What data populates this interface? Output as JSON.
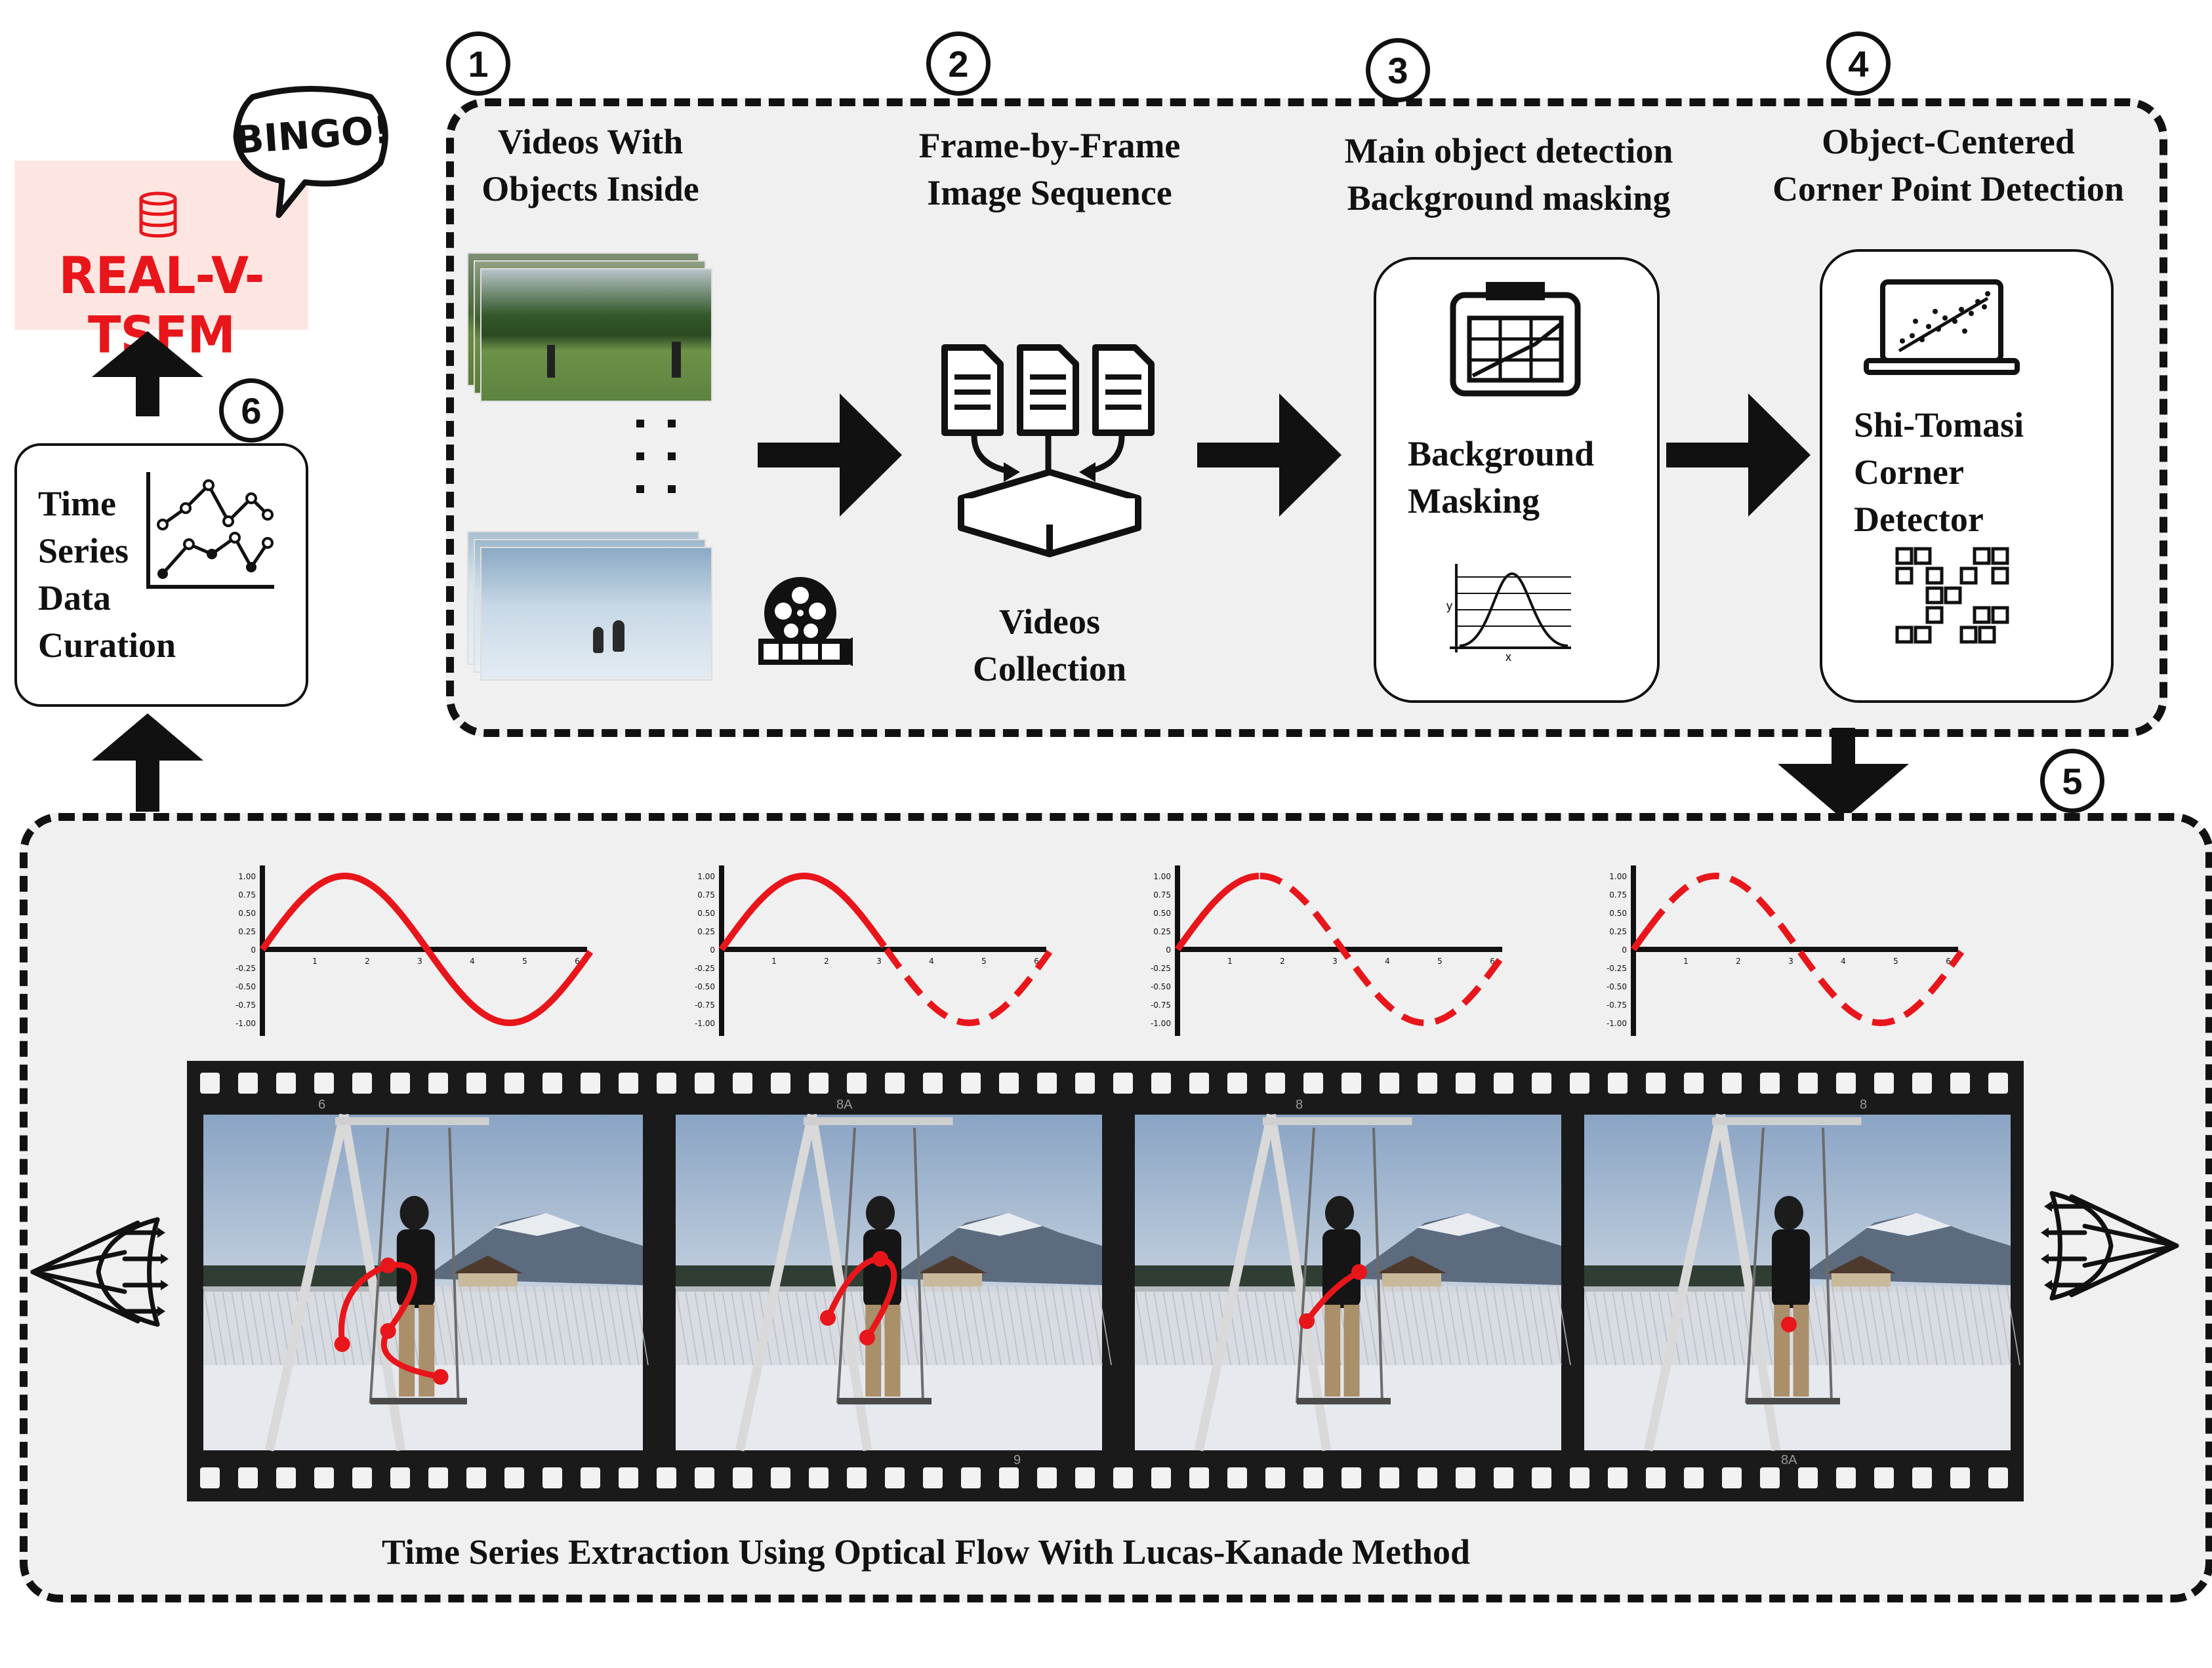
{
  "steps": {
    "s1": {
      "num": "1",
      "title_lines": [
        "Videos With",
        "Objects Inside"
      ]
    },
    "s2": {
      "num": "2",
      "title_lines": [
        "Frame-by-Frame",
        "Image Sequence"
      ],
      "caption_lines": [
        "Videos",
        "Collection"
      ]
    },
    "s3": {
      "num": "3",
      "title_lines": [
        "Main object detection",
        "Background masking"
      ],
      "box_lines": [
        "Background",
        "Masking"
      ]
    },
    "s4": {
      "num": "4",
      "title_lines": [
        "Object-Centered",
        "Corner Point Detection"
      ],
      "box_lines": [
        "Shi-Tomasi",
        "Corner",
        "Detector"
      ]
    },
    "s5": {
      "num": "5",
      "bottom_title": "Time Series Extraction Using Optical Flow With Lucas-Kanade Method"
    },
    "s6": {
      "num": "6",
      "box_lines": [
        "Time",
        "Series",
        "Data",
        "Curation"
      ]
    }
  },
  "result": {
    "name": "REAL-V-TSFM",
    "bubble": "BINGO!"
  },
  "icons": [
    "film-reel-icon",
    "documents-to-box-icon",
    "camera-grid-icon",
    "gaussian-plot-icon",
    "laptop-scatter-icon",
    "corner-points-icon",
    "line-chart-icon",
    "database-icon",
    "eye-icon"
  ],
  "sine_panels": {
    "yticks": [
      "1.00",
      "0.75",
      "0.50",
      "0.25",
      "0",
      "-0.25",
      "-0.50",
      "-0.75",
      "-1.00"
    ],
    "xticks": [
      "1",
      "2",
      "3",
      "4",
      "5",
      "6"
    ]
  },
  "film": {
    "edge_codes": [
      "6",
      "8A",
      "8",
      "9",
      "8A",
      "8"
    ]
  },
  "colors": {
    "accent_red": "#e8161b",
    "panel_bg": "#f0f0f0",
    "result_bg": "#fde6e1",
    "film_black": "#1a1a1a"
  }
}
